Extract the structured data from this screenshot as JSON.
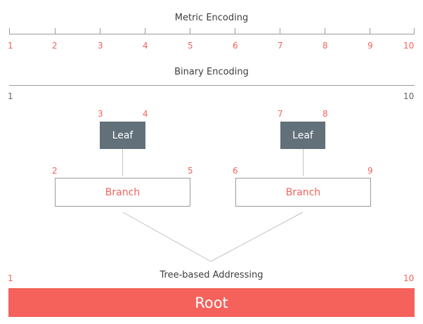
{
  "metric": {
    "title": "Metric Encoding",
    "labels": [
      "1",
      "2",
      "3",
      "4",
      "5",
      "6",
      "7",
      "8",
      "9",
      "10"
    ]
  },
  "binary": {
    "title": "Binary Encoding",
    "start": "1",
    "end": "10"
  },
  "tree": {
    "left_leaf": {
      "label": "Leaf",
      "start": "3",
      "end": "4"
    },
    "right_leaf": {
      "label": "Leaf",
      "start": "7",
      "end": "8"
    },
    "left_branch": {
      "label": "Branch",
      "start": "2",
      "end": "5"
    },
    "right_branch": {
      "label": "Branch",
      "start": "6",
      "end": "9"
    },
    "title": "Tree-based Addressing",
    "root": {
      "label": "Root",
      "start": "1",
      "end": "10"
    }
  },
  "colors": {
    "accent": "#f4625b",
    "leaf": "#617079",
    "line": "#9a9a9a"
  }
}
